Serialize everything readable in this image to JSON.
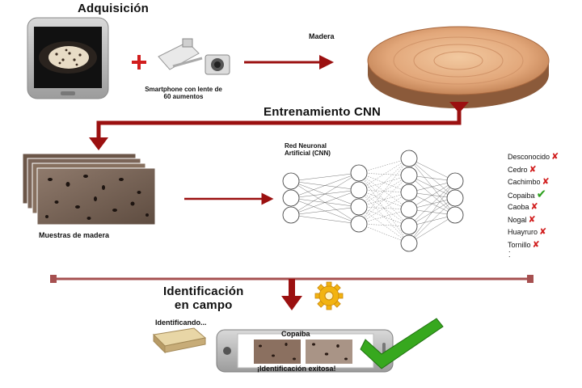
{
  "sections": {
    "acquisition": "Adquisición",
    "training": "Entrenamiento CNN",
    "field": "Identificación\nen campo"
  },
  "labels": {
    "phone_lens": "Smartphone con lente de\n60 aumentos",
    "wood": "Madera",
    "samples": "Muestras de madera",
    "network": "Red Neuronal\nArtificial (CNN)",
    "identifying": "Identificando...",
    "result_species": "Copaiba",
    "result_message": "¡Identificación exitosa!"
  },
  "classes": [
    {
      "name": "Desconocido",
      "status": "cross"
    },
    {
      "name": "Cedro",
      "status": "cross"
    },
    {
      "name": "Cachimbo",
      "status": "cross"
    },
    {
      "name": "Copaiba",
      "status": "check"
    },
    {
      "name": "Caoba",
      "status": "cross"
    },
    {
      "name": "Nogal",
      "status": "cross"
    },
    {
      "name": "Huayruro",
      "status": "cross"
    },
    {
      "name": "Tornillo",
      "status": "cross"
    }
  ],
  "colors": {
    "arrow": "#9b1010",
    "line": "#a65050",
    "check": "#2ea11e",
    "cross": "#d11d1d",
    "gear": "#f2b311"
  },
  "icons": {
    "plus": "plus-icon",
    "gear": "gear-icon",
    "check": "check-icon",
    "cross": "cross-icon"
  }
}
